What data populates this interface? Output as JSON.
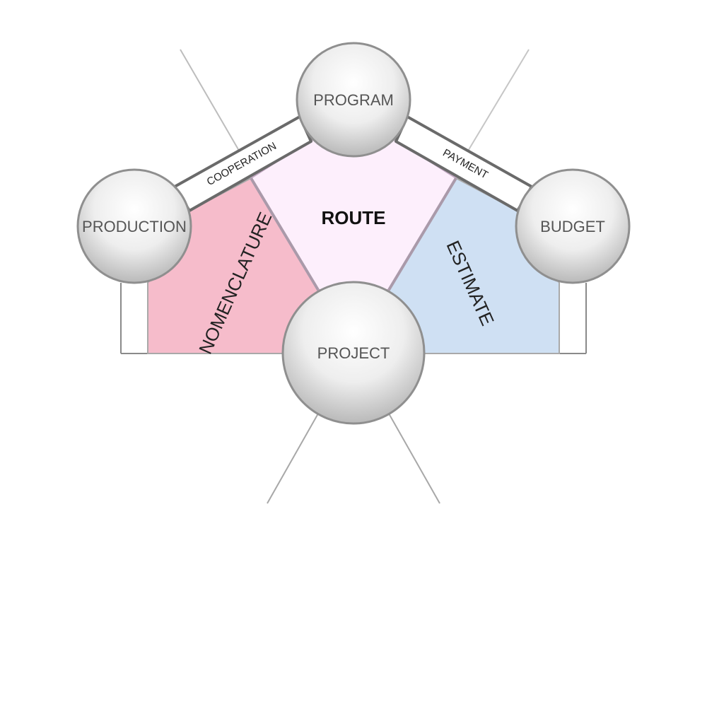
{
  "nodes": {
    "program": "PROGRAM",
    "production": "PRODUCTION",
    "budget": "BUDGET",
    "project": "PROJECT"
  },
  "bands": {
    "cooperation": "COOPERATION",
    "payment": "PAYMENT"
  },
  "regions": {
    "route": "ROUTE",
    "nomenclature": "NOMENCLATURE",
    "estimate": "ESTIMATE"
  },
  "colors": {
    "route_fill": "#fdeffc",
    "nomenclature_fill": "#f6bccb",
    "estimate_fill": "#cfe0f3",
    "node_stroke": "#8f8f8f",
    "band_stroke": "#6a6a6a"
  }
}
